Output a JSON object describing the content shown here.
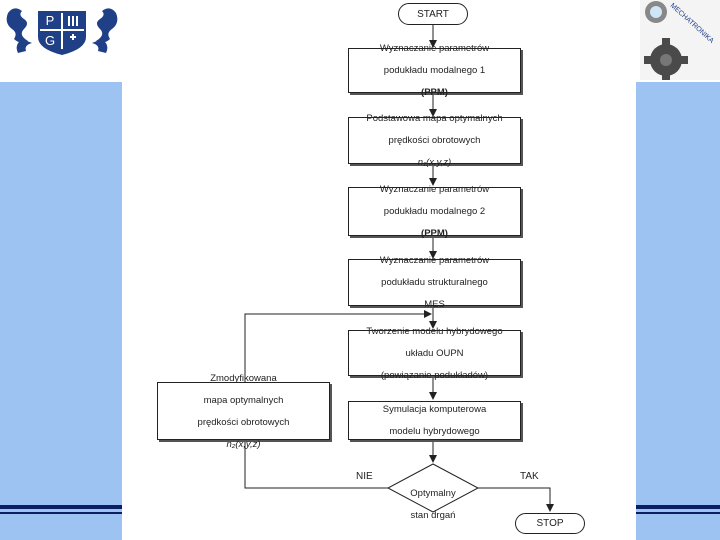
{
  "diagram": {
    "start": "START",
    "stop": "STOP",
    "steps": [
      {
        "line1": "Wyznaczanie parametrów",
        "line2": "podukładu modalnego 1",
        "line3": "(PPM)"
      },
      {
        "line1": "Podstawowa mapa optymalnych",
        "line2": "prędkości obrotowych",
        "line3": "n₁(x,y,z)"
      },
      {
        "line1": "Wyznaczanie parametrów",
        "line2": "podukładu modalnego 2",
        "line3": "(PPM)"
      },
      {
        "line1": "Wyznaczanie parametrów",
        "line2": "podukładu strukturalnego",
        "line3": "MES"
      },
      {
        "line1": "Tworzenie modelu hybrydowego",
        "line2": "układu OUPN",
        "line3": "(powiązanie podukładów)"
      },
      {
        "line1": "Symulacja komputerowa",
        "line2": "modelu hybrydowego",
        "line3": ""
      }
    ],
    "side_box": {
      "line1": "Zmodyfikowana",
      "line2": "mapa optymalnych",
      "line3": "prędkości obrotowych",
      "line4": "n₂(x,y,z)"
    },
    "decision": {
      "line1": "Optymalny",
      "line2": "stan drgań"
    },
    "no_label": "NIE",
    "yes_label": "TAK"
  },
  "logos": {
    "left_letters": [
      "P",
      "G"
    ],
    "right_text": "MECHATRONIKA"
  },
  "colors": {
    "panel_blue": "#9cc3f2",
    "navy": "#0d1f63",
    "logo_blue": "#1f3f86"
  }
}
